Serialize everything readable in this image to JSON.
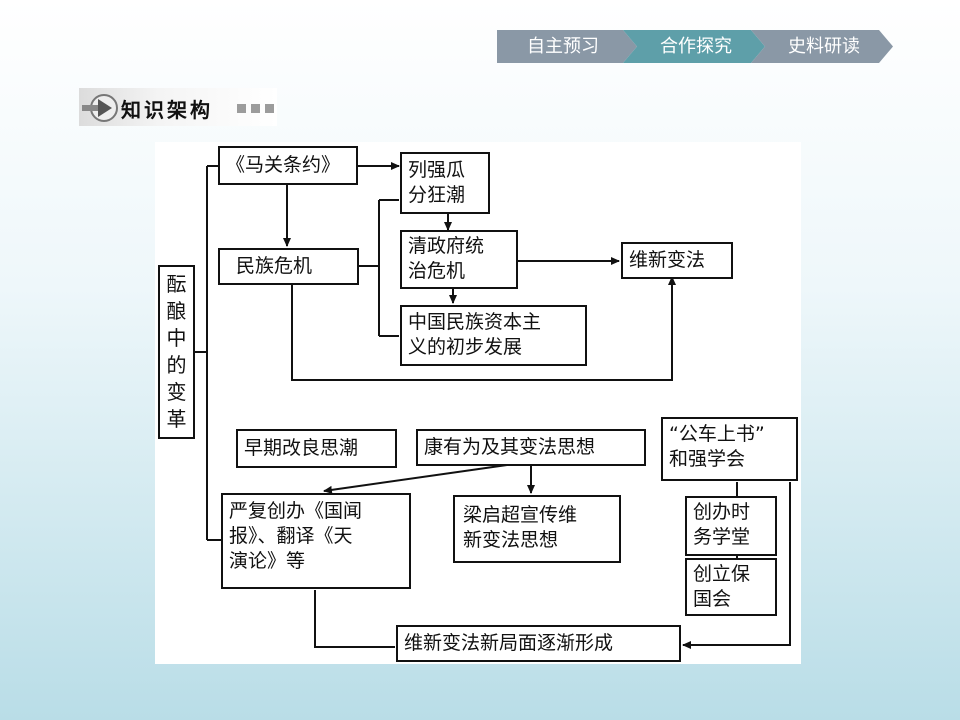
{
  "nav": {
    "items": [
      {
        "label": "自主预习",
        "color": "#8a98a6"
      },
      {
        "label": "合作探究",
        "color": "#5e9fa9"
      },
      {
        "label": "史料研读",
        "color": "#8a98a6"
      }
    ]
  },
  "section": {
    "title": "知识架构"
  },
  "diagram": {
    "nodes": {
      "root": "酝酿中的变革",
      "treaty": "《马关条约》",
      "partition": "列强瓜\n分狂潮",
      "national_crisis": "民族危机",
      "qing_crisis": "清政府统\n治危机",
      "reform": "维新变法",
      "capitalism": "中国民族资本主\n义的初步发展",
      "early_reform": "早期改良思潮",
      "kang": "康有为及其变法思想",
      "petition": "“公车上书”\n和强学会",
      "yanfu": "严复创办《国闻\n报》、翻译《天\n演论》等",
      "liang": "梁启超宣传维\n新变法思想",
      "schools": "创办时\n务学堂",
      "baoguo": "创立保\n国会",
      "new_situation": "维新变法新局面逐渐形成"
    }
  }
}
